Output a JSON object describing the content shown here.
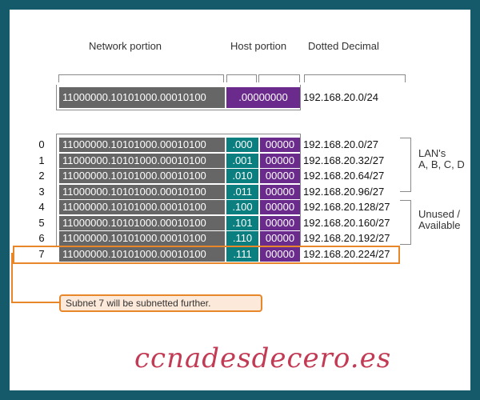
{
  "headers": {
    "network": "Network portion",
    "host": "Host portion",
    "dotted": "Dotted Decimal"
  },
  "base": {
    "network_bits": "11000000.10101000.00010100",
    "host_bits": ".00000000",
    "dotted": "192.168.20.0/24"
  },
  "rows": [
    {
      "index": "0",
      "network_bits": "11000000.10101000.00010100",
      "subnet_bits": ".000",
      "host_bits": "00000",
      "dotted": "192.168.20.0/27"
    },
    {
      "index": "1",
      "network_bits": "11000000.10101000.00010100",
      "subnet_bits": ".001",
      "host_bits": "00000",
      "dotted": "192.168.20.32/27"
    },
    {
      "index": "2",
      "network_bits": "11000000.10101000.00010100",
      "subnet_bits": ".010",
      "host_bits": "00000",
      "dotted": "192.168.20.64/27"
    },
    {
      "index": "3",
      "network_bits": "11000000.10101000.00010100",
      "subnet_bits": ".011",
      "host_bits": "00000",
      "dotted": "192.168.20.96/27"
    },
    {
      "index": "4",
      "network_bits": "11000000.10101000.00010100",
      "subnet_bits": ".100",
      "host_bits": "00000",
      "dotted": "192.168.20.128/27"
    },
    {
      "index": "5",
      "network_bits": "11000000.10101000.00010100",
      "subnet_bits": ".101",
      "host_bits": "00000",
      "dotted": "192.168.20.160/27"
    },
    {
      "index": "6",
      "network_bits": "11000000.10101000.00010100",
      "subnet_bits": ".110",
      "host_bits": "00000",
      "dotted": "192.168.20.192/27"
    },
    {
      "index": "7",
      "network_bits": "11000000.10101000.00010100",
      "subnet_bits": ".111",
      "host_bits": "00000",
      "dotted": "192.168.20.224/27"
    }
  ],
  "groups": {
    "lans_line1": "LAN's",
    "lans_line2": "A, B, C, D",
    "unused_line1": "Unused /",
    "unused_line2": "Available"
  },
  "callout": "Subnet 7 will be subnetted further.",
  "brand": "ccnadesdecero.es",
  "colors": {
    "frame": "#155a6a",
    "network": "#666666",
    "subnet": "#0b7f7f",
    "host": "#6a2b8c",
    "highlight": "#e8862a",
    "brand": "#c23a54"
  }
}
